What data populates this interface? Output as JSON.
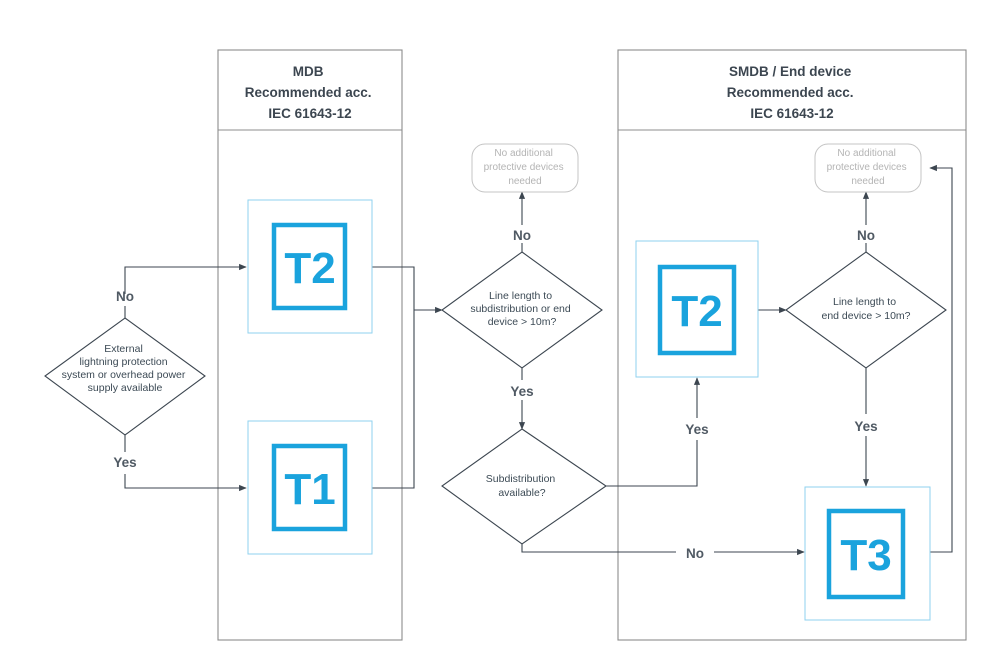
{
  "columns": {
    "mdb": {
      "title_lines": [
        "MDB",
        "Recommended acc.",
        "IEC 61643-12"
      ]
    },
    "smdb": {
      "title_lines": [
        "SMDB / End device",
        "Recommended acc.",
        "IEC 61643-12"
      ]
    }
  },
  "decisions": {
    "external": {
      "lines": [
        "External",
        "lightning protection",
        "system or overhead power",
        "supply available"
      ]
    },
    "line_length_sub": {
      "lines": [
        "Line length to",
        "subdistribution or end",
        "device > 10m?"
      ]
    },
    "subdistribution": {
      "lines": [
        "Subdistribution",
        "available?"
      ]
    },
    "line_length_end": {
      "lines": [
        "Line length to",
        "end device > 10m?"
      ]
    }
  },
  "terminals": {
    "no_add_1": {
      "lines": [
        "No additional",
        "protective devices",
        "needed"
      ]
    },
    "no_add_2": {
      "lines": [
        "No additional",
        "protective devices",
        "needed"
      ]
    }
  },
  "devices": {
    "t2_mdb": "T2",
    "t1_mdb": "T1",
    "t2_smdb": "T2",
    "t3_smdb": "T3"
  },
  "edge_labels": {
    "no_external": "No",
    "yes_external": "Yes",
    "no_line_sub": "No",
    "yes_line_sub": "Yes",
    "yes_subdistribution": "Yes",
    "no_subdistribution": "No",
    "no_line_end": "No",
    "yes_line_end": "Yes"
  },
  "colors": {
    "accent": "#1aa3dd",
    "line": "#3c4650",
    "frame": "#8c8c8c",
    "muted": "#b4b4b4"
  }
}
